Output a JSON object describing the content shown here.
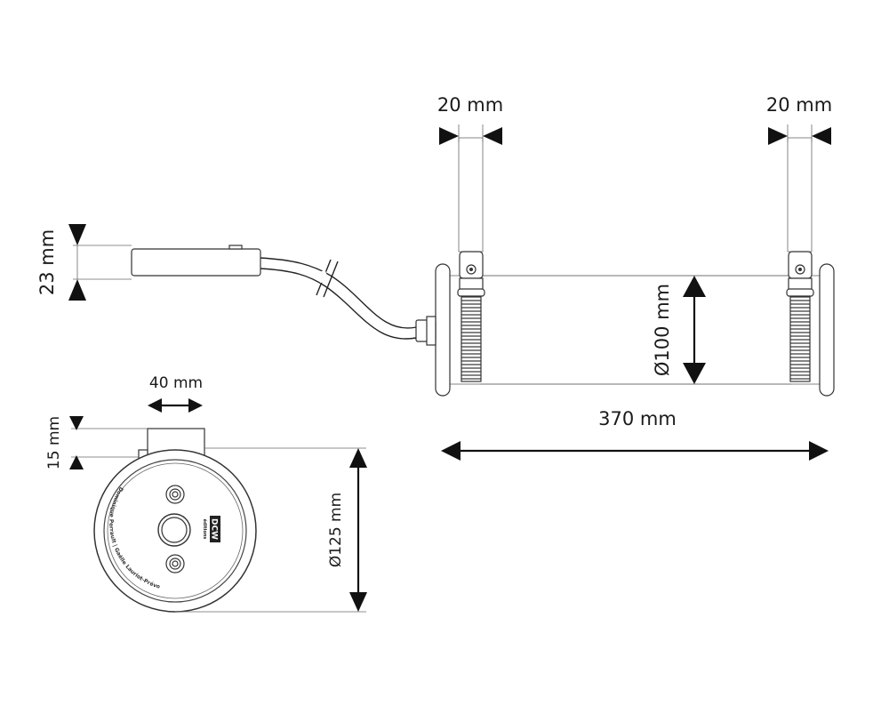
{
  "dimensions": {
    "bracket_left_width": "20 mm",
    "bracket_right_width": "20 mm",
    "driver_height": "23 mm",
    "tube_diameter": "Ø100 mm",
    "tube_length": "370 mm",
    "mount_width": "40 mm",
    "mount_height": "15 mm",
    "end_diameter": "Ø125 mm"
  },
  "end_cap": {
    "designer_text": "Dominique Perrault",
    "separator": "|",
    "designer_text_2": "Gaëlle Lauriot-Prévost",
    "logo_text": "DCW",
    "logo_subtext": "éditions"
  },
  "colors": {
    "ink": "#111111",
    "line": "#333333",
    "thin": "#6a6a6a"
  }
}
